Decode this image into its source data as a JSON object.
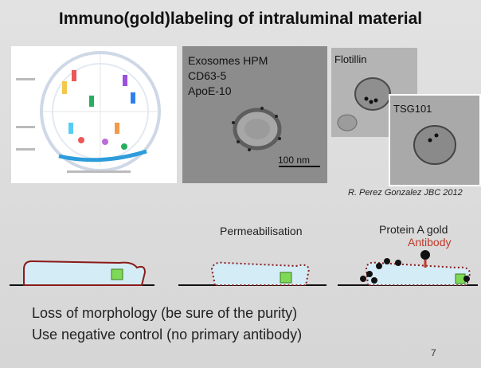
{
  "title": "Immuno(gold)labeling of intraluminal material",
  "em_main_labels": [
    "Exosomes HPM",
    "CD63-5",
    "ApoE-10"
  ],
  "scale_bar": "100 nm",
  "em_flotillin_label": "Flotillin",
  "em_tsg_label": "TSG101",
  "citation": "R. Perez Gonzalez JBC 2012",
  "steps": {
    "permeabilisation": "Permeabilisation",
    "protein_a_gold": "Protein A gold",
    "antibody": "Antibody"
  },
  "bottom_lines": [
    "Loss of morphology (be sure of the purity)",
    "Use negative control (no primary antibody)"
  ],
  "page_number": "7",
  "colors": {
    "vesicle_fill": "#d4ecf6",
    "vesicle_outline": "#8b1a1a",
    "marker": "#7ed957",
    "antibody": "#c0392b"
  }
}
